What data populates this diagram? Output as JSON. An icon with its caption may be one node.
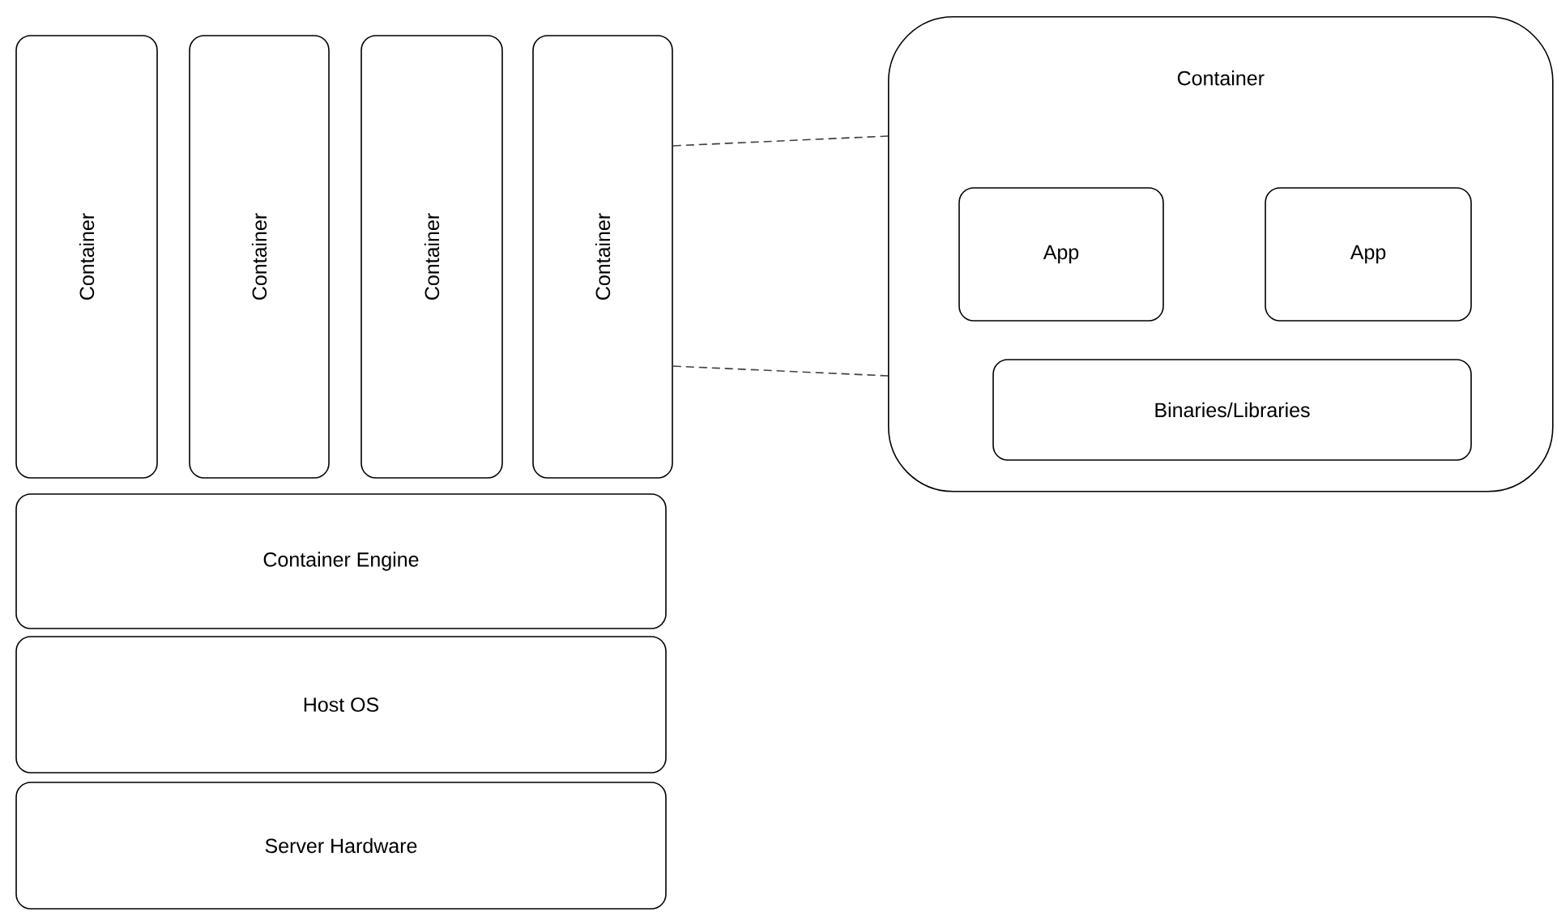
{
  "diagram": {
    "nodes": [
      {
        "text": [
          "Container"
        ]
      },
      {
        "text": [
          "Container"
        ]
      },
      {
        "text": [
          "Container"
        ]
      },
      {
        "text": [
          "Container"
        ]
      },
      {
        "text": [
          "Container Engine"
        ]
      },
      {
        "text": [
          "Host OS"
        ]
      },
      {
        "text": [
          "Server Hardware"
        ]
      },
      {
        "text": [
          "Container"
        ]
      },
      {
        "text": [
          "App"
        ],
        "in": 7
      },
      {
        "text": [
          "App"
        ],
        "in": 7
      },
      {
        "text": [
          "Binaries/Libraries"
        ],
        "in": 7
      }
    ],
    "edges": [
      {
        "from": 3,
        "to": 7,
        "arrow": "none",
        "style": "dashed"
      },
      {
        "from": 3,
        "to": 7,
        "arrow": "none",
        "style": "dashed"
      }
    ]
  }
}
